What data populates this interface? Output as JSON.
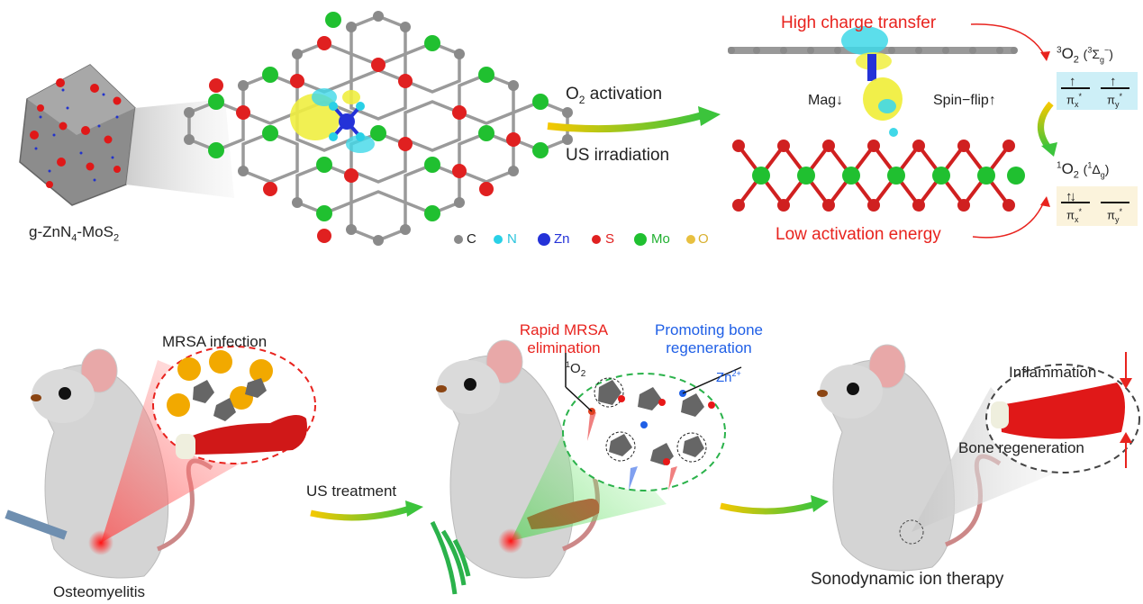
{
  "top": {
    "material_label_parts": [
      "g-ZnN",
      "4",
      "-MoS",
      "2"
    ],
    "legend": [
      {
        "symbol": "C",
        "label": "C",
        "color": "#8a8a8a"
      },
      {
        "symbol": "N",
        "label": "N",
        "color": "#29d0e6"
      },
      {
        "symbol": "Zn",
        "label": "Zn",
        "color": "#2432d8"
      },
      {
        "symbol": "S",
        "label": "S",
        "color": "#e02020"
      },
      {
        "symbol": "Mo",
        "label": "Mo",
        "color": "#20c030"
      },
      {
        "symbol": "O",
        "label": "O",
        "color": "#e8c040"
      }
    ],
    "activation_parts": [
      "O",
      "2",
      " activation"
    ],
    "irradiation": "US irradiation",
    "high_charge": "High charge transfer",
    "low_energy": "Low activation energy",
    "mag": "Mag↓",
    "spin_flip": "Spin−flip↑",
    "triplet": {
      "a": "3",
      "b": "O",
      "c": "2",
      "d": "(",
      "e": "3",
      "f": "Σ",
      "g": "g",
      "h": "−",
      "i": ")"
    },
    "singlet": {
      "a": "1",
      "b": "O",
      "c": "2",
      "d": "(",
      "e": "1",
      "f": "Δ",
      "g": "g",
      "h": ")"
    },
    "orbital_x": "π",
    "orbital_x_sub": "x",
    "orbital_y": "π",
    "orbital_y_sub": "y",
    "star": "*"
  },
  "bottom": {
    "mrsa_infection": "MRSA infection",
    "osteomyelitis": "Osteomyelitis",
    "us_treatment": "US treatment",
    "rapid_mrsa_1": "Rapid MRSA",
    "rapid_mrsa_2": "elimination",
    "singlet_o2_a": "1",
    "singlet_o2_b": "O",
    "singlet_o2_c": "2",
    "promoting_1": "Promoting bone",
    "promoting_2": "regeneration",
    "zn_ion": "Zn",
    "zn_charge": "2+",
    "inflammation": "Inflammation",
    "bone_regen": "Bone regeneration",
    "sonodynamic": "Sonodynamic ion therapy"
  },
  "colors": {
    "accent_red": "#e8231e",
    "accent_blue": "#1f5fe6",
    "arrow_green": "#3cc43c",
    "arrow_yellow": "#f4c400"
  }
}
